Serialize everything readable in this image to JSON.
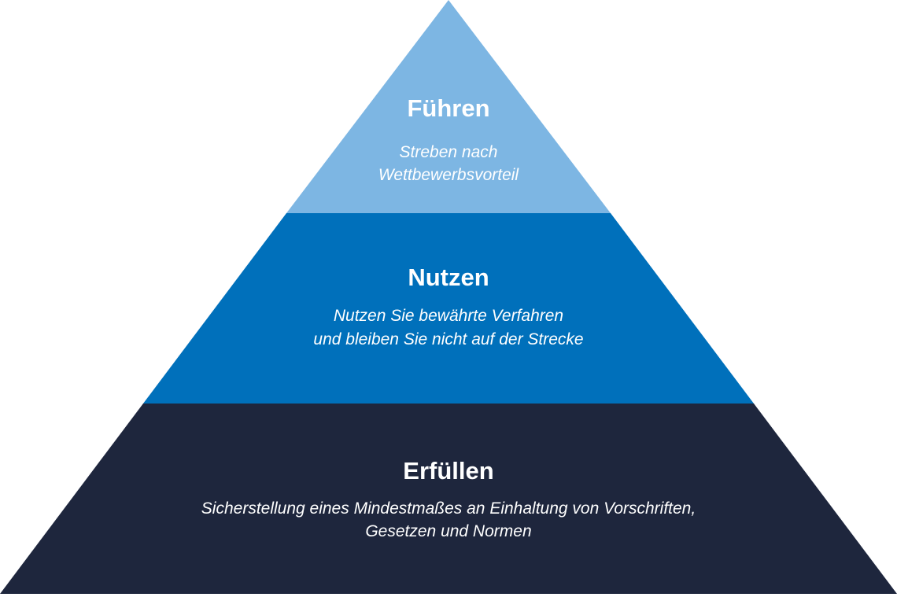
{
  "pyramid": {
    "tiers": [
      {
        "title": "Führen",
        "description_lines": [
          "Streben nach",
          "Wettbewerbsvorteil"
        ],
        "color": "#7db6e3"
      },
      {
        "title": "Nutzen",
        "description_lines": [
          "Nutzen Sie bewährte Verfahren",
          "und bleiben Sie nicht auf der Strecke"
        ],
        "color": "#0070bb"
      },
      {
        "title": "Erfüllen",
        "description_lines": [
          "Sicherstellung eines Mindestmaßes an Einhaltung von Vorschriften,",
          "Gesetzen und Normen"
        ],
        "color": "#1e263d"
      }
    ]
  }
}
